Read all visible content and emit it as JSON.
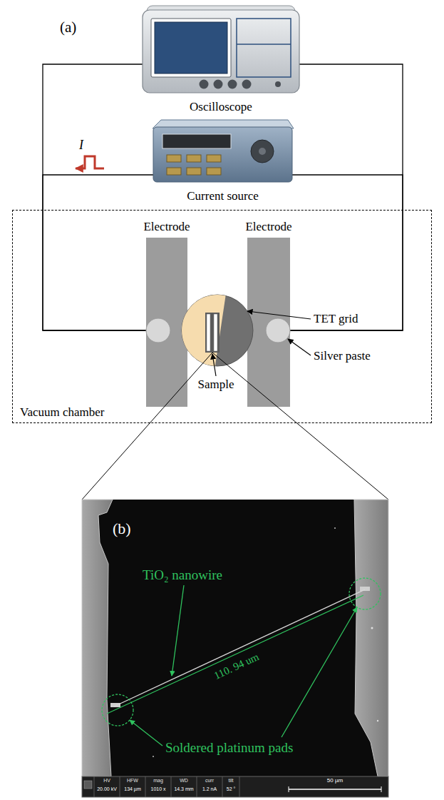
{
  "diagram": {
    "nodes": [
      {
        "text": [
          "Oscilloscope"
        ]
      },
      {
        "text": [
          "Current source"
        ]
      },
      {
        "text": [
          "Vacuum chamber"
        ]
      },
      {
        "text": [
          "Electrode"
        ],
        "in": 2
      },
      {
        "text": [
          "Electrode"
        ],
        "in": 2
      }
    ],
    "edges": [
      {
        "from": 0,
        "to": 3,
        "arrow": "none"
      },
      {
        "from": 0,
        "to": 4,
        "arrow": "none"
      },
      {
        "from": 1,
        "to": 3,
        "arrow": "none"
      },
      {
        "from": 1,
        "to": 4,
        "arrow": "none"
      }
    ],
    "labels": [
      "(a)",
      "I",
      "TET grid",
      "Silver paste",
      "Sample",
      "(b)",
      "TiO₂ nanowire",
      "110. 94 um",
      "Soldered platinum pads",
      "HV",
      "HFW",
      "mag",
      "WD",
      "curr",
      "tilt",
      "20.00 kV",
      "134 µm",
      "1010 x",
      "14.3 mm",
      "1.2 nA",
      "52 °",
      "50 µm"
    ]
  }
}
